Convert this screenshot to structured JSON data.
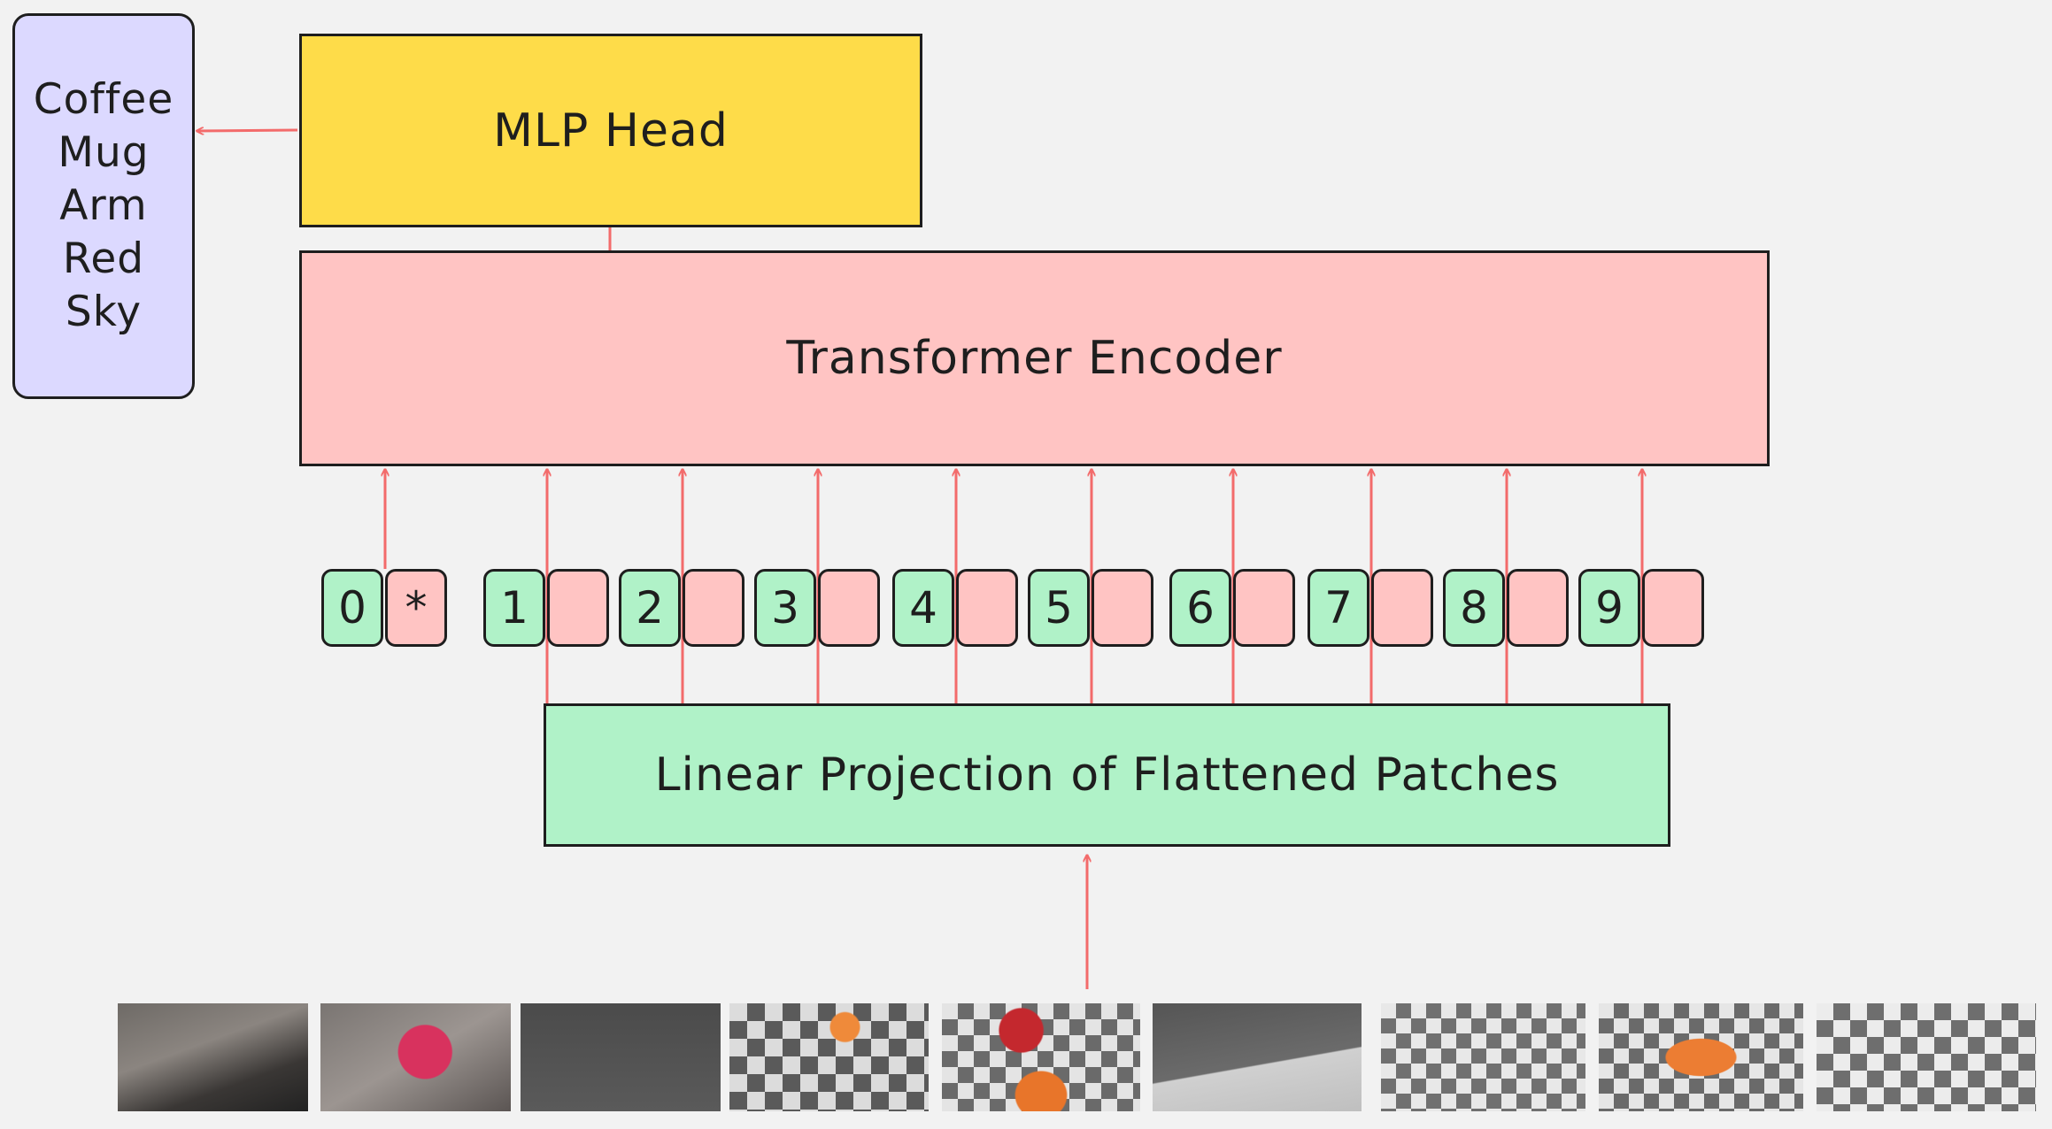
{
  "classes": [
    "Coffee",
    "Mug",
    "Arm",
    "Red",
    "Sky"
  ],
  "mlp_head": "MLP Head",
  "transformer_encoder": "Transformer Encoder",
  "linear_projection": "Linear Projection of Flattened Patches",
  "tokens": [
    {
      "position": "0",
      "embedding": "*"
    },
    {
      "position": "1",
      "embedding": ""
    },
    {
      "position": "2",
      "embedding": ""
    },
    {
      "position": "3",
      "embedding": ""
    },
    {
      "position": "4",
      "embedding": ""
    },
    {
      "position": "5",
      "embedding": ""
    },
    {
      "position": "6",
      "embedding": ""
    },
    {
      "position": "7",
      "embedding": ""
    },
    {
      "position": "8",
      "embedding": ""
    },
    {
      "position": "9",
      "embedding": ""
    }
  ],
  "colors": {
    "background": "#f2f2f2",
    "classes_fill": "#dcd9ff",
    "mlp_fill": "#fedc49",
    "encoder_fill": "#ffc4c3",
    "projection_fill": "#b0f2c8",
    "arrow": "#f36b6b",
    "stroke": "#1e1e1e"
  },
  "patches": [
    {
      "name": "robot-arm-desk-patch"
    },
    {
      "name": "red-robot-arm-patch"
    },
    {
      "name": "grey-surface-patch"
    },
    {
      "name": "orange-ball-checkerboard-patch"
    },
    {
      "name": "red-robot-yellow-cloth-patch"
    },
    {
      "name": "grey-floor-patch"
    },
    {
      "name": "checkerboard-patch"
    },
    {
      "name": "orange-cup-checkerboard-patch"
    },
    {
      "name": "checkerboard-pattern-patch"
    }
  ]
}
